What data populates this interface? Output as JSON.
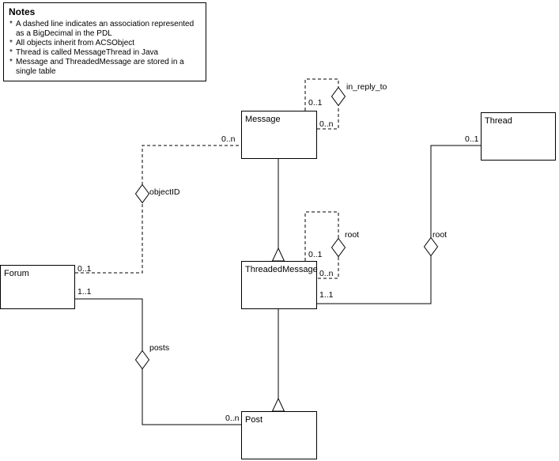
{
  "notes": {
    "title": "Notes",
    "bullet": "*",
    "items": [
      "A dashed line indicates an association represented as a BigDecimal in the PDL",
      "All objects inherit from ACSObject",
      "Thread is called MessageThread in Java",
      "Message and ThreadedMessage are stored in a single table"
    ]
  },
  "nodes": {
    "message": {
      "label": "Message"
    },
    "thread": {
      "label": "Thread"
    },
    "forum": {
      "label": "Forum"
    },
    "threaded_message": {
      "label": "ThreadedMessage"
    },
    "post": {
      "label": "Post"
    }
  },
  "associations": {
    "in_reply_to": {
      "name": "in_reply_to",
      "mult_top": "0..1",
      "mult_side": "0..n"
    },
    "object_id": {
      "name": "objectID",
      "mult_forum": "0..1",
      "mult_message": "0..n"
    },
    "root_self": {
      "name": "root",
      "mult_top": "0..1",
      "mult_side": "0..n"
    },
    "root_thread": {
      "name": "root",
      "mult_thread": "0..1",
      "mult_threaded_message": "1..1"
    },
    "posts": {
      "name": "posts",
      "mult_forum": "1..1",
      "mult_post": "0..n"
    }
  }
}
